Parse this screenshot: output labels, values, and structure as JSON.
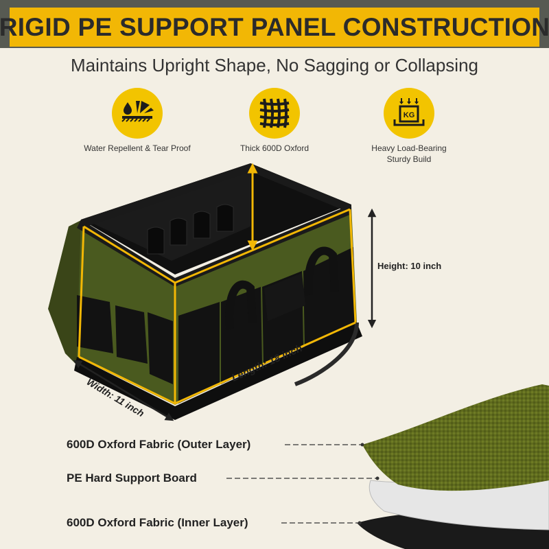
{
  "banner": {
    "title": "RIGID PE SUPPORT PANEL CONSTRUCTION"
  },
  "subtitle": "Maintains Upright Shape, No Sagging or Collapsing",
  "features": [
    {
      "label": "Water Repellent & Tear Proof",
      "icon": "water-tear-icon"
    },
    {
      "label": "Thick 600D Oxford",
      "icon": "fabric-weave-icon"
    },
    {
      "label_line1": "Heavy Load-Bearing",
      "label_line2": "Sturdy Build",
      "icon": "weight-kg-icon",
      "icon_text": "KG"
    }
  ],
  "dimensions": {
    "height": "Height: 10 inch",
    "length": "Length: 18 inch",
    "width": "Width: 11 inch"
  },
  "layers": [
    {
      "label": "600D Oxford Fabric (Outer Layer)"
    },
    {
      "label": "PE Hard Support Board"
    },
    {
      "label": "600D Oxford Fabric (Inner Layer)"
    }
  ],
  "colors": {
    "banner_bg": "#575a52",
    "banner_accent": "#f2b705",
    "icon_circle": "#f2c400",
    "bag_green": "#4a5a1f",
    "bag_black": "#141414",
    "dimension_line": "#f2b705"
  }
}
